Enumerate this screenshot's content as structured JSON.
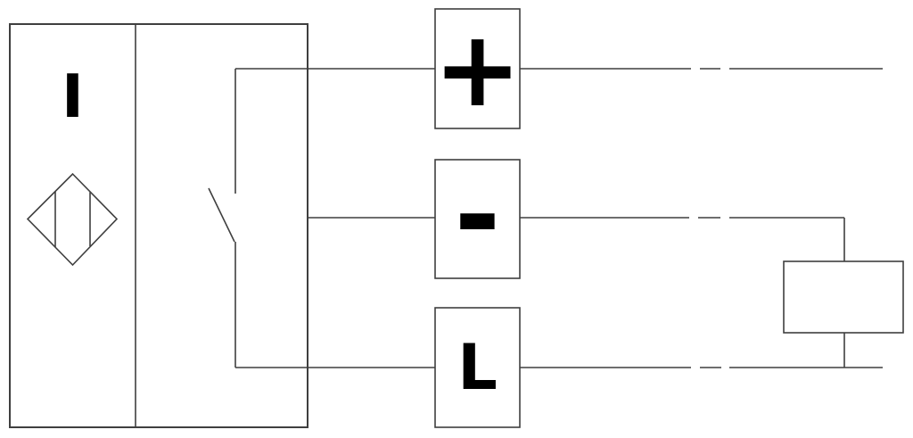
{
  "colors": {
    "background": "#ffffff",
    "line": "#3f3f3f",
    "symbol": "#000000"
  },
  "sensor": {
    "indicator_symbol": "I",
    "sensor_icon": "proximity-sensor-diamond",
    "switch_icon": "normally-open-contact"
  },
  "terminals": {
    "plus_symbol": "+",
    "minus_symbol": "-",
    "load_symbol": "L"
  }
}
